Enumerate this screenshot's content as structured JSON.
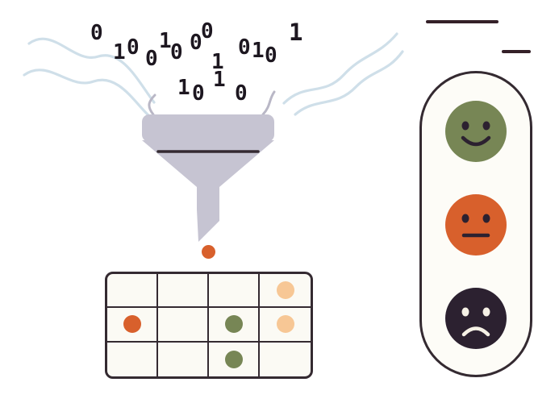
{
  "illustration": {
    "name": "data-filtering-sentiment-illustration",
    "description": "Binary data streams flow into a funnel that drops classified data points into a grid; a vertical indicator shows happy, neutral and sad faces."
  },
  "binary_digits": [
    "0",
    "1",
    "0",
    "0",
    "1",
    "0",
    "0",
    "0",
    "1",
    "0",
    "1",
    "0",
    "1",
    "1",
    "0",
    "1",
    "0"
  ],
  "colors": {
    "funnel": "#c6c4d2",
    "stroke_dark": "#342a31",
    "orange": "#d8602c",
    "green": "#778655",
    "peach": "#f7c795",
    "dark_face": "#2c2130",
    "wave_blue": "#cfdfe9",
    "cell_bg": "#fbfaf4",
    "cream": "#f6f1e6"
  },
  "grid": {
    "rows": 3,
    "cols": 4,
    "dots": [
      {
        "row": 1,
        "col": 4,
        "color": "peach"
      },
      {
        "row": 2,
        "col": 1,
        "color": "orange"
      },
      {
        "row": 2,
        "col": 3,
        "color": "green"
      },
      {
        "row": 2,
        "col": 4,
        "color": "peach"
      },
      {
        "row": 3,
        "col": 3,
        "color": "green"
      }
    ]
  },
  "sentiment_faces": [
    {
      "name": "happy",
      "color": "green"
    },
    {
      "name": "neutral",
      "color": "orange"
    },
    {
      "name": "sad",
      "color": "dark_face"
    }
  ]
}
